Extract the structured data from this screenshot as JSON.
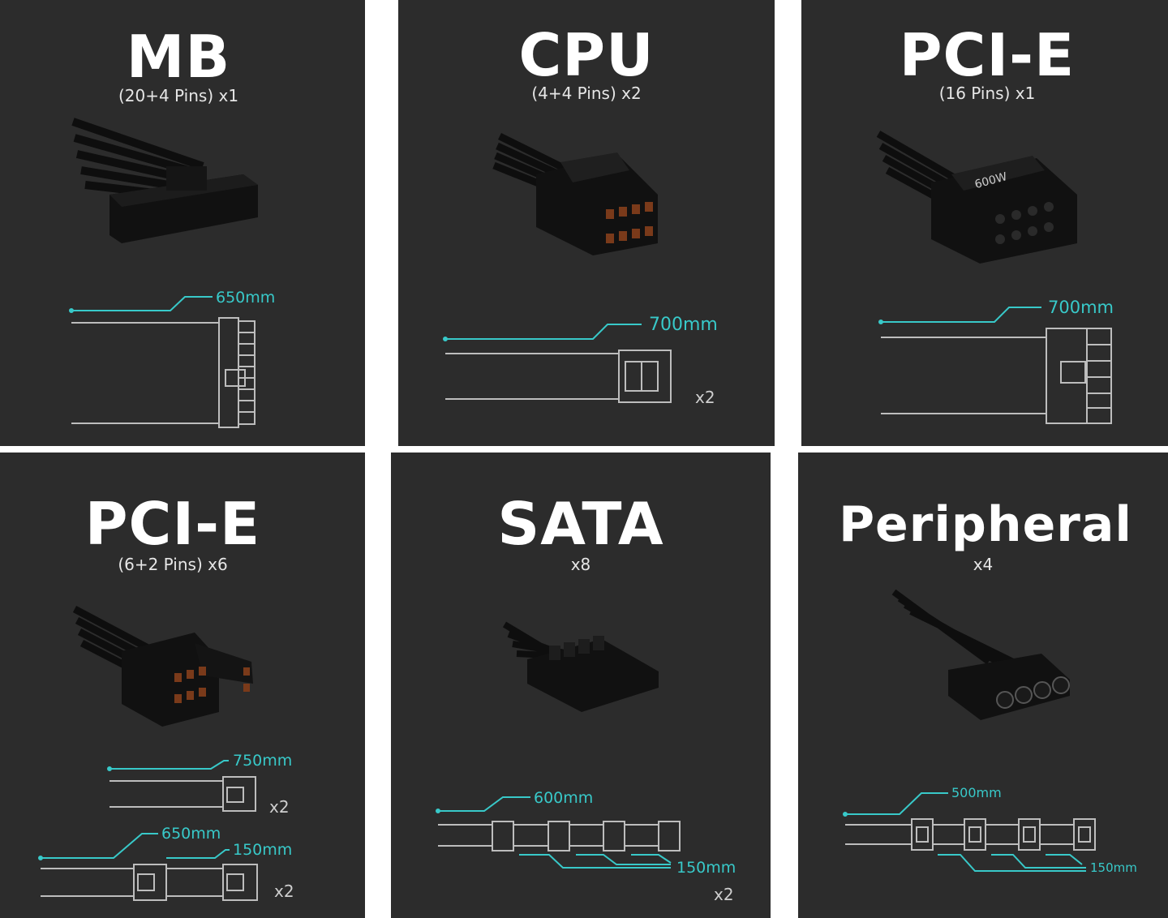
{
  "colors": {
    "panel": "#2c2c2c",
    "accent": "#38c9c9",
    "line": "#bdbdbd",
    "title": "#ffffff"
  },
  "panels": [
    {
      "title": "MB",
      "sub": "(20+4 Pins) x1",
      "lengths": [
        "650mm"
      ],
      "mult": []
    },
    {
      "title": "CPU",
      "sub": "(4+4 Pins) x2",
      "lengths": [
        "700mm"
      ],
      "mult": [
        "x2"
      ]
    },
    {
      "title": "PCI-E",
      "sub": "(16 Pins) x1",
      "lengths": [
        "700mm"
      ],
      "mult": [],
      "connector_label": "600W"
    },
    {
      "title": "PCI-E",
      "sub": "(6+2 Pins) x6",
      "lengths": [
        "750mm",
        "650mm",
        "150mm"
      ],
      "mult": [
        "x2",
        "x2"
      ]
    },
    {
      "title": "SATA",
      "sub": "x8",
      "lengths": [
        "600mm",
        "150mm"
      ],
      "mult": [
        "x2"
      ]
    },
    {
      "title": "Peripheral",
      "sub": "x4",
      "lengths": [
        "500mm",
        "150mm"
      ],
      "mult": []
    }
  ]
}
